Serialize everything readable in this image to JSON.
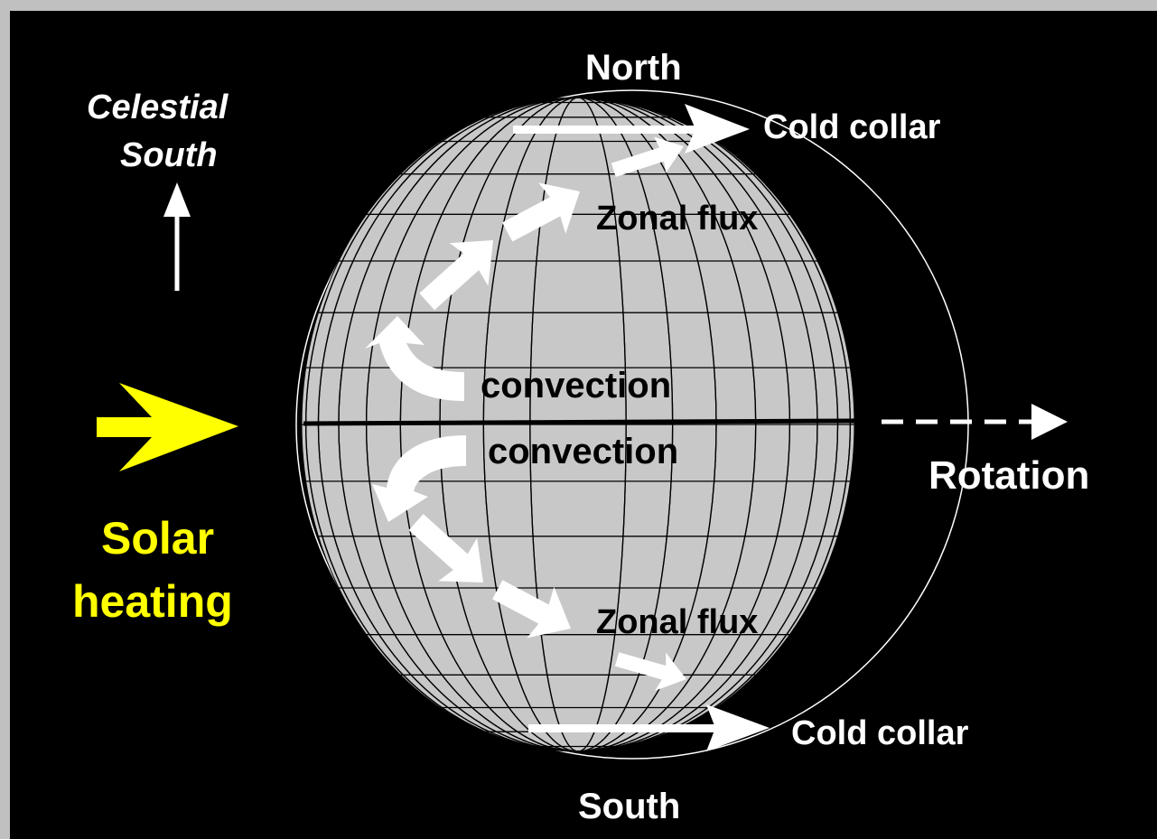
{
  "labels": {
    "north": "North",
    "south": "South",
    "celestial_south_line1": "Celestial",
    "celestial_south_line2": "South",
    "cold_collar_top": "Cold collar",
    "cold_collar_bottom": "Cold collar",
    "zonal_flux_top": "Zonal flux",
    "zonal_flux_bottom": "Zonal flux",
    "convection_top": "convection",
    "convection_bottom": "convection",
    "rotation": "Rotation",
    "solar_heating_line1": "Solar",
    "solar_heating_line2": "heating"
  },
  "colors": {
    "background": "#000000",
    "frame": "#c0c0c0",
    "planet_fill": "#c8c8c8",
    "grid_lines": "#000000",
    "flow_arrows": "#ffffff",
    "solar_arrow": "#ffff00",
    "solar_text": "#ffff00",
    "text": "#ffffff"
  }
}
